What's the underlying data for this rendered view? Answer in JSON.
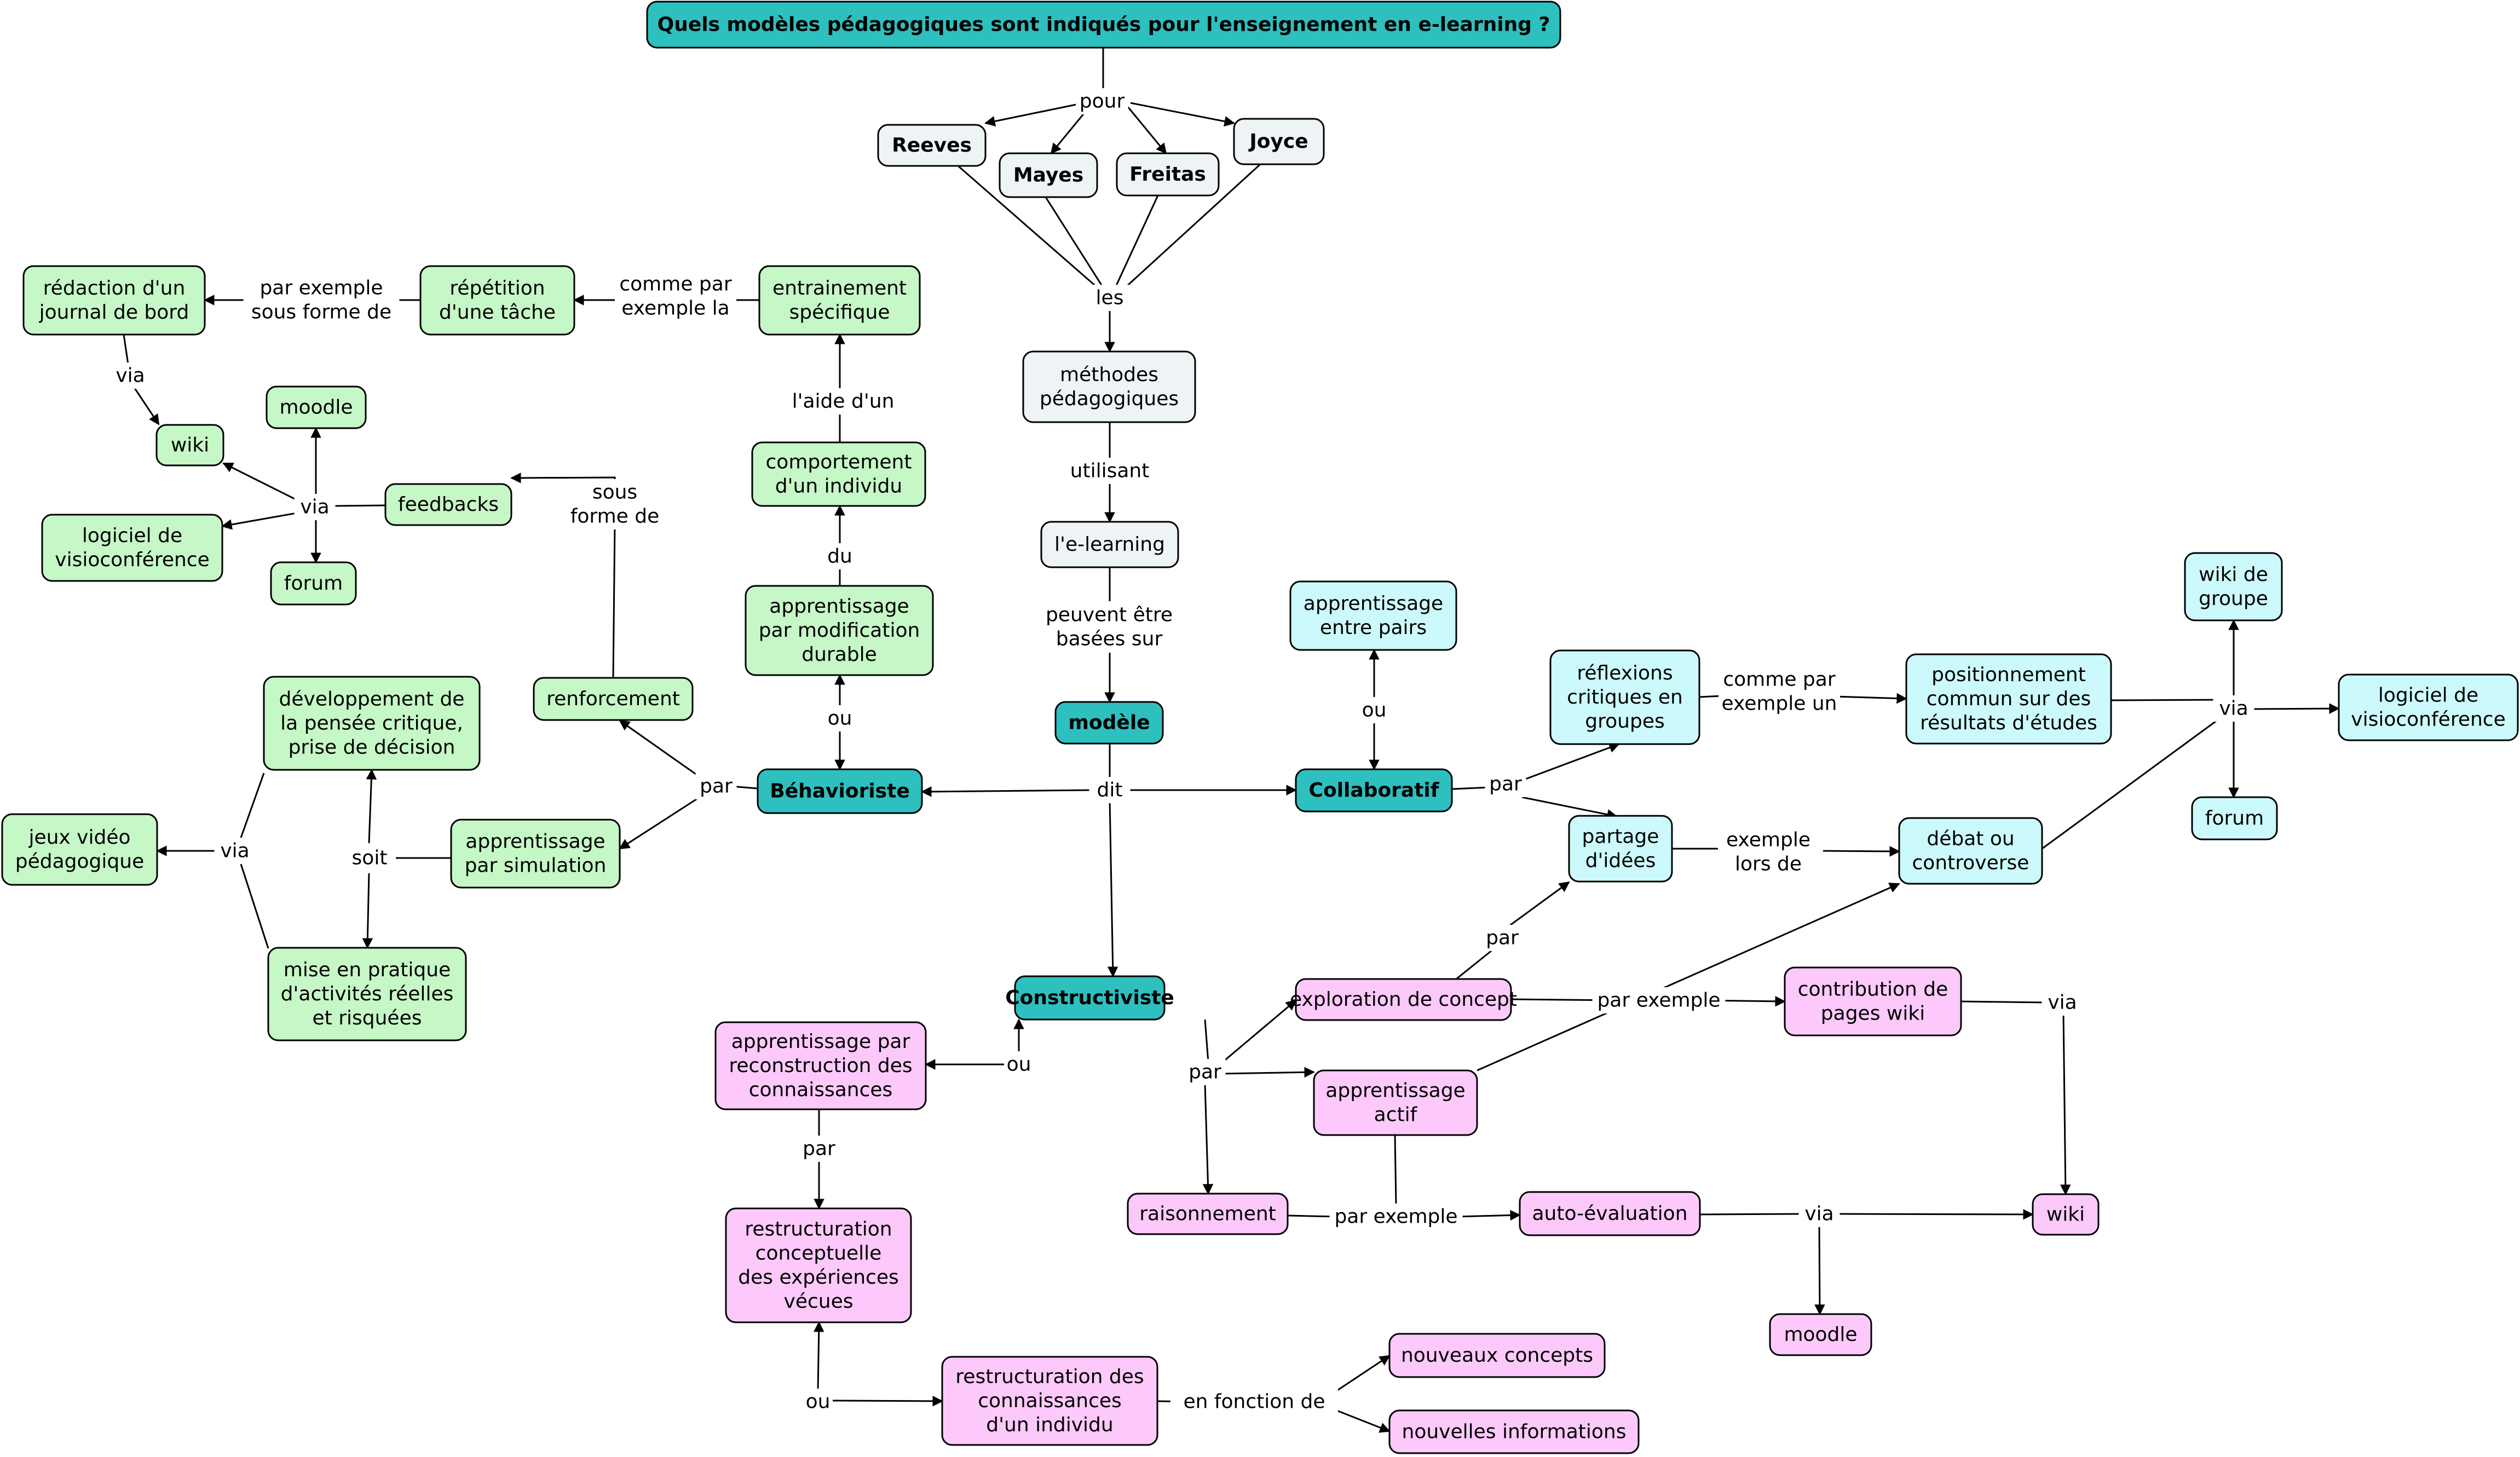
{
  "question": "Quels modèles pédagogiques sont indiqués pour l'enseignement en e-learning ?",
  "colors": {
    "root": "#2ebfbf",
    "neutral": "#eef4f6",
    "behaviorist": "#c6f7c6",
    "collaborative": "#ccf9fb",
    "constructivist": "#fdc9fb",
    "stroke": "#000000"
  },
  "nodes": [
    {
      "id": "root",
      "lines": [
        "Quels modèles pédagogiques sont indiqués pour l'enseignement en e-learning ?"
      ],
      "kind": "root",
      "bold": true
    },
    {
      "id": "reeves",
      "lines": [
        "Reeves"
      ],
      "kind": "neutral",
      "bold": true
    },
    {
      "id": "mayes",
      "lines": [
        "Mayes"
      ],
      "kind": "neutral",
      "bold": true
    },
    {
      "id": "freitas",
      "lines": [
        "Freitas"
      ],
      "kind": "neutral",
      "bold": true
    },
    {
      "id": "joyce",
      "lines": [
        "Joyce"
      ],
      "kind": "neutral",
      "bold": true
    },
    {
      "id": "methodes",
      "lines": [
        "méthodes",
        "pédagogiques"
      ],
      "kind": "neutral"
    },
    {
      "id": "elearning",
      "lines": [
        "l'e-learning"
      ],
      "kind": "neutral"
    },
    {
      "id": "modele",
      "lines": [
        "modèle"
      ],
      "kind": "root",
      "bold": true
    },
    {
      "id": "behavioriste",
      "lines": [
        "Béhavioriste"
      ],
      "kind": "root",
      "bold": true
    },
    {
      "id": "collaboratif",
      "lines": [
        "Collaboratif"
      ],
      "kind": "root",
      "bold": true
    },
    {
      "id": "constructiviste",
      "lines": [
        "Constructiviste"
      ],
      "kind": "root",
      "bold": true
    },
    {
      "id": "entrainement",
      "lines": [
        "entrainement",
        "spécifique"
      ],
      "kind": "behaviorist"
    },
    {
      "id": "repetition",
      "lines": [
        "répétition",
        "d'une tâche"
      ],
      "kind": "behaviorist"
    },
    {
      "id": "redaction",
      "lines": [
        "rédaction d'un",
        "journal de bord"
      ],
      "kind": "behaviorist"
    },
    {
      "id": "comportement",
      "lines": [
        "comportement",
        "d'un individu"
      ],
      "kind": "behaviorist"
    },
    {
      "id": "app_modif",
      "lines": [
        "apprentissage",
        "par modification",
        "durable"
      ],
      "kind": "behaviorist"
    },
    {
      "id": "renforcement",
      "lines": [
        "renforcement"
      ],
      "kind": "behaviorist"
    },
    {
      "id": "feedbacks",
      "lines": [
        "feedbacks"
      ],
      "kind": "behaviorist"
    },
    {
      "id": "b_moodle",
      "lines": [
        "moodle"
      ],
      "kind": "behaviorist"
    },
    {
      "id": "b_wiki",
      "lines": [
        "wiki"
      ],
      "kind": "behaviorist"
    },
    {
      "id": "b_logiciel",
      "lines": [
        "logiciel de",
        "visioconférence"
      ],
      "kind": "behaviorist"
    },
    {
      "id": "b_forum",
      "lines": [
        "forum"
      ],
      "kind": "behaviorist"
    },
    {
      "id": "dev_pensee",
      "lines": [
        "développement de",
        "la pensée critique,",
        "prise de décision"
      ],
      "kind": "behaviorist"
    },
    {
      "id": "app_simul",
      "lines": [
        "apprentissage",
        "par simulation"
      ],
      "kind": "behaviorist"
    },
    {
      "id": "jeux",
      "lines": [
        "jeux vidéo",
        "pédagogique"
      ],
      "kind": "behaviorist"
    },
    {
      "id": "mise_pratique",
      "lines": [
        "mise en pratique",
        "d'activités réelles",
        "et risquées"
      ],
      "kind": "behaviorist"
    },
    {
      "id": "app_pairs",
      "lines": [
        "apprentissage",
        "entre pairs"
      ],
      "kind": "collaborative"
    },
    {
      "id": "reflexions",
      "lines": [
        "réflexions",
        "critiques en",
        "groupes"
      ],
      "kind": "collaborative"
    },
    {
      "id": "partage",
      "lines": [
        "partage",
        "d'idées"
      ],
      "kind": "collaborative"
    },
    {
      "id": "positionnement",
      "lines": [
        "positionnement",
        "commun sur des",
        "résultats d'études"
      ],
      "kind": "collaborative"
    },
    {
      "id": "debat",
      "lines": [
        "débat ou",
        "controverse"
      ],
      "kind": "collaborative"
    },
    {
      "id": "c_wikigroupe",
      "lines": [
        "wiki de",
        "groupe"
      ],
      "kind": "collaborative"
    },
    {
      "id": "c_logiciel",
      "lines": [
        "logiciel de",
        "visioconférence"
      ],
      "kind": "collaborative"
    },
    {
      "id": "c_forum",
      "lines": [
        "forum"
      ],
      "kind": "collaborative"
    },
    {
      "id": "exploration",
      "lines": [
        "exploration de concept"
      ],
      "kind": "constructivist"
    },
    {
      "id": "app_actif",
      "lines": [
        "apprentissage",
        "actif"
      ],
      "kind": "constructivist"
    },
    {
      "id": "raisonnement",
      "lines": [
        "raisonnement"
      ],
      "kind": "constructivist"
    },
    {
      "id": "autoeval",
      "lines": [
        "auto-évaluation"
      ],
      "kind": "constructivist"
    },
    {
      "id": "contribution",
      "lines": [
        "contribution de",
        "pages wiki"
      ],
      "kind": "constructivist"
    },
    {
      "id": "p_wiki",
      "lines": [
        "wiki"
      ],
      "kind": "constructivist"
    },
    {
      "id": "p_moodle",
      "lines": [
        "moodle"
      ],
      "kind": "constructivist"
    },
    {
      "id": "app_recon",
      "lines": [
        "apprentissage par",
        "reconstruction des",
        "connaissances"
      ],
      "kind": "constructivist"
    },
    {
      "id": "restr_concept",
      "lines": [
        "restructuration",
        "conceptuelle",
        "des expériences",
        "vécues"
      ],
      "kind": "constructivist"
    },
    {
      "id": "restr_conn",
      "lines": [
        "restructuration des",
        "connaissances",
        "d'un individu"
      ],
      "kind": "constructivist"
    },
    {
      "id": "nouveaux",
      "lines": [
        "nouveaux concepts"
      ],
      "kind": "constructivist"
    },
    {
      "id": "nouvelles",
      "lines": [
        "nouvelles informations"
      ],
      "kind": "constructivist"
    }
  ],
  "links": [
    {
      "id": "pour",
      "lines": [
        "pour"
      ]
    },
    {
      "id": "les",
      "lines": [
        "les"
      ]
    },
    {
      "id": "utilisant",
      "lines": [
        "utilisant"
      ]
    },
    {
      "id": "peuvent",
      "lines": [
        "peuvent être",
        "basées sur"
      ]
    },
    {
      "id": "dit",
      "lines": [
        "dit"
      ]
    },
    {
      "id": "b_ou",
      "lines": [
        "ou"
      ]
    },
    {
      "id": "b_du",
      "lines": [
        "du"
      ]
    },
    {
      "id": "b_aide",
      "lines": [
        "l'aide d'un"
      ]
    },
    {
      "id": "b_commepar",
      "lines": [
        "comme par",
        "exemple la"
      ]
    },
    {
      "id": "b_parex",
      "lines": [
        "par exemple",
        "sous forme de"
      ]
    },
    {
      "id": "b_via1",
      "lines": [
        "via"
      ]
    },
    {
      "id": "b_via2",
      "lines": [
        "via"
      ]
    },
    {
      "id": "b_sousforme",
      "lines": [
        "sous",
        "forme de"
      ]
    },
    {
      "id": "b_par",
      "lines": [
        "par"
      ]
    },
    {
      "id": "b_soit",
      "lines": [
        "soit"
      ]
    },
    {
      "id": "b_via3",
      "lines": [
        "via"
      ]
    },
    {
      "id": "c_ou",
      "lines": [
        "ou"
      ]
    },
    {
      "id": "c_par",
      "lines": [
        "par"
      ]
    },
    {
      "id": "c_commepar",
      "lines": [
        "comme par",
        "exemple un"
      ]
    },
    {
      "id": "c_exemple",
      "lines": [
        "exemple",
        "lors de"
      ]
    },
    {
      "id": "c_via",
      "lines": [
        "via"
      ]
    },
    {
      "id": "p_ou",
      "lines": [
        "ou"
      ]
    },
    {
      "id": "p_par1",
      "lines": [
        "par"
      ]
    },
    {
      "id": "p_par2",
      "lines": [
        "par"
      ]
    },
    {
      "id": "p_par3",
      "lines": [
        "par"
      ]
    },
    {
      "id": "p_parex1",
      "lines": [
        "par exemple"
      ]
    },
    {
      "id": "p_parex2",
      "lines": [
        "par exemple"
      ]
    },
    {
      "id": "p_via1",
      "lines": [
        "via"
      ]
    },
    {
      "id": "p_via2",
      "lines": [
        "via"
      ]
    },
    {
      "id": "p_ou2",
      "lines": [
        "ou"
      ]
    },
    {
      "id": "p_enfonction",
      "lines": [
        "en fonction de"
      ]
    }
  ]
}
